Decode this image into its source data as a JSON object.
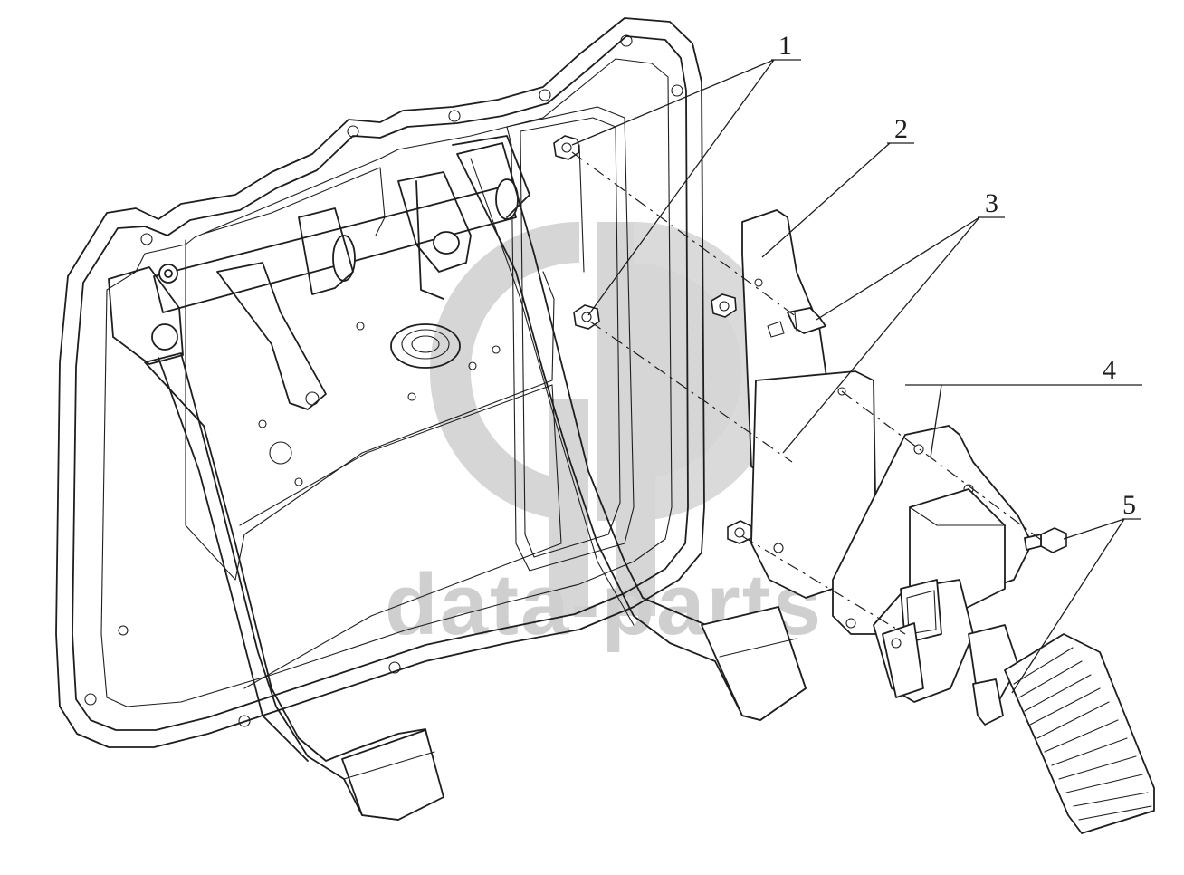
{
  "diagram": {
    "callouts": [
      {
        "id": "1",
        "label": "1"
      },
      {
        "id": "2",
        "label": "2"
      },
      {
        "id": "3",
        "label": "3"
      },
      {
        "id": "4",
        "label": "4"
      },
      {
        "id": "5",
        "label": "5"
      }
    ],
    "watermark": {
      "text": "data-parts",
      "logo": "data-parts-logo"
    },
    "colors": {
      "line": "#1e1e1e",
      "watermark": "#cfcfcf",
      "background": "#ffffff"
    }
  }
}
